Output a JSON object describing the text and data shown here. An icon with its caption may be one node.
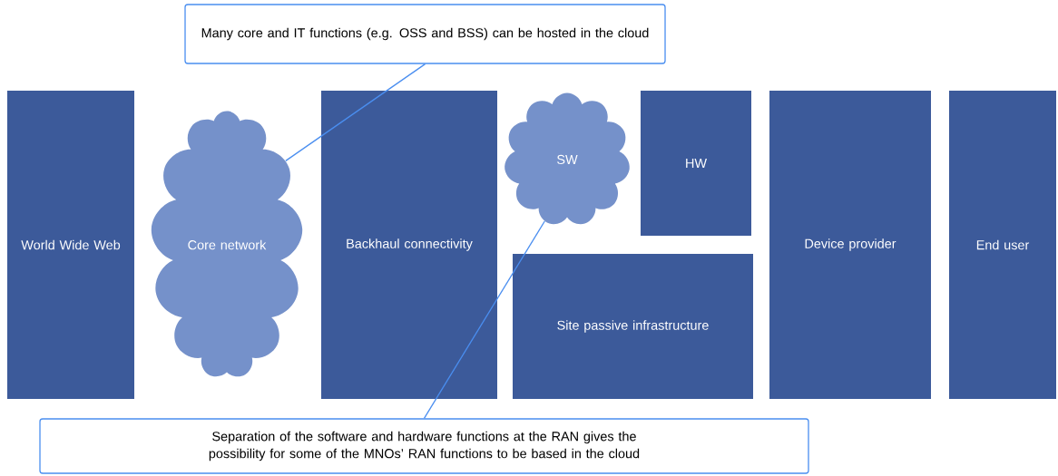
{
  "diagram": {
    "nodes": [
      {
        "text": [
          "Many core and IT functions (e.g. OSS and BSS) can be hosted in the cloud"
        ]
      },
      {
        "text": [
          "World Wide Web"
        ]
      },
      {
        "text": [
          "Core network"
        ]
      },
      {
        "text": [
          "Backhaul connectivity"
        ]
      },
      {
        "text": [
          "SW"
        ]
      },
      {
        "text": [
          "HW"
        ]
      },
      {
        "text": [
          "Site passive infrastructure"
        ]
      },
      {
        "text": [
          "Device provider"
        ]
      },
      {
        "text": [
          "End user"
        ]
      },
      {
        "text": [
          "Separation of the software and hardware functions at the RAN gives the possibility for some of the MNOs’ RAN functions to be based in the cloud"
        ]
      }
    ],
    "edges": [
      {
        "from": 0,
        "to": 2,
        "arrow": "none"
      },
      {
        "from": 9,
        "to": 4,
        "arrow": "none"
      }
    ]
  }
}
